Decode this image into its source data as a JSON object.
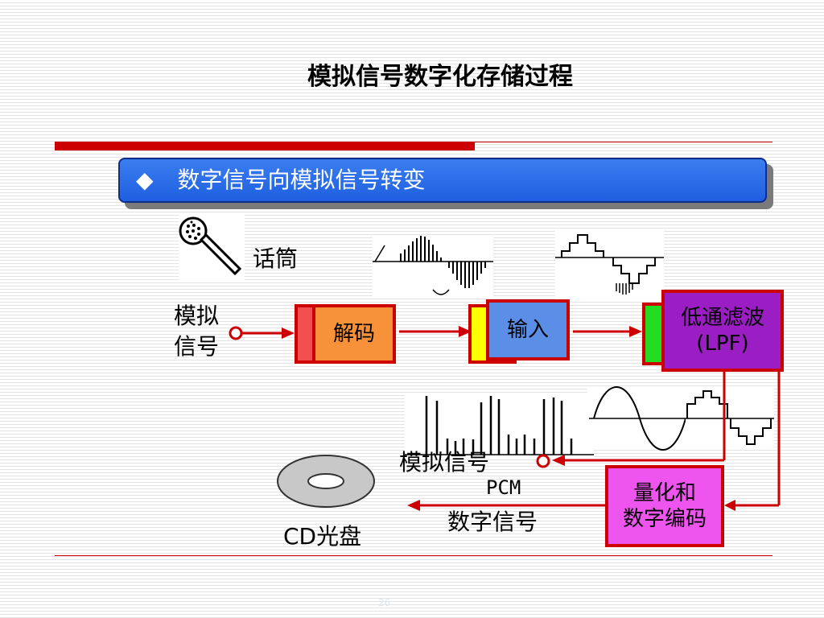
{
  "title": "模拟信号数字化存储过程",
  "banner": {
    "bullet": "◆",
    "text": "数字信号向模拟信号转变"
  },
  "labels": {
    "microphone": "话筒",
    "analog_in_1": "模拟",
    "analog_in_2": "信号",
    "analog_out": "模拟信号",
    "pcm_1": "PCM",
    "pcm_2": "数字信号",
    "cd": "CD光盘"
  },
  "boxes": {
    "decode": "解码",
    "input": "输入",
    "lpf_line1": "低通滤波",
    "lpf_line2": "(LPF)",
    "quant_line1": "量化和",
    "quant_line2": "数字编码"
  },
  "page_number": "26"
}
